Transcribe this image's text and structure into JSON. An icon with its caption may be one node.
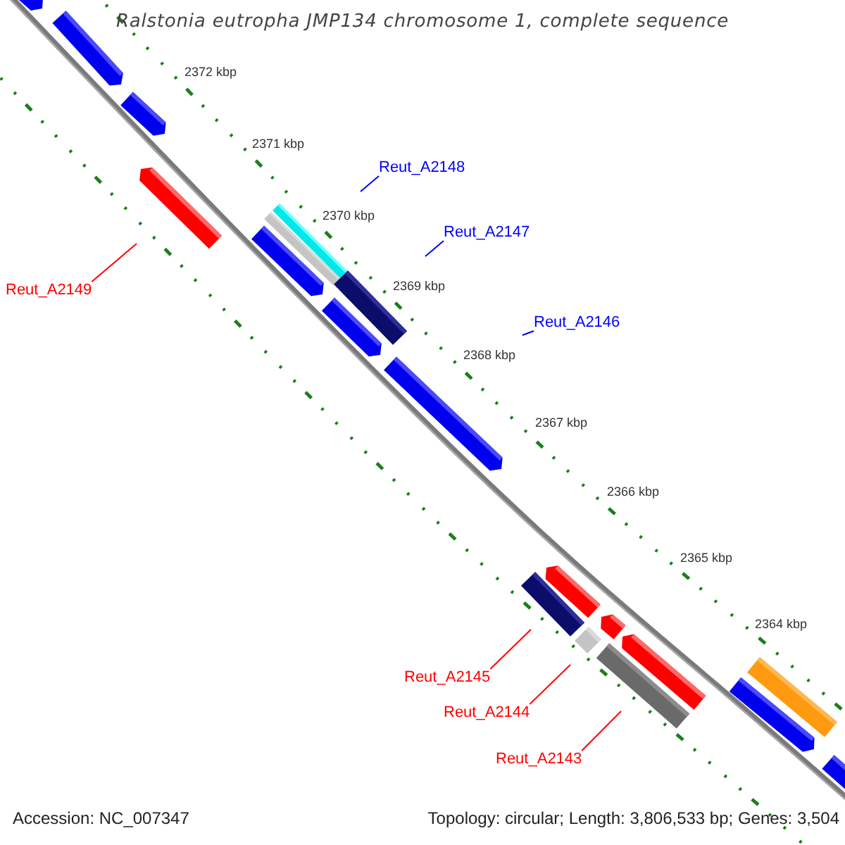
{
  "diagram": {
    "title": "Ralstonia eutropha JMP134 chromosome 1, complete sequence",
    "nodes": [
      {
        "text": [
          "Reut_A2148"
        ]
      },
      {
        "text": [
          "Reut_A2147"
        ]
      },
      {
        "text": [
          "Reut_A2149"
        ]
      },
      {
        "text": [
          "Reut_A2146"
        ]
      },
      {
        "text": [
          "Reut_A2145"
        ]
      },
      {
        "text": [
          "Reut_A2144"
        ]
      },
      {
        "text": [
          "Reut_A2143"
        ]
      }
    ],
    "edges": [
      {
        "from": 0,
        "to": null,
        "arrow": "none",
        "color": "#0000ff"
      },
      {
        "from": 1,
        "to": null,
        "arrow": "none",
        "color": "#0000ff"
      },
      {
        "from": 2,
        "to": null,
        "arrow": "none"
      },
      {
        "from": 3,
        "to": null,
        "arrow": "none",
        "color": "#0000ff"
      },
      {
        "from": 4,
        "to": null,
        "arrow": "none"
      },
      {
        "from": 5,
        "to": null,
        "arrow": "none"
      },
      {
        "from": 6,
        "to": null,
        "arrow": "none"
      }
    ],
    "labels": [
      "2372 kbp",
      "2371 kbp",
      "2370 kbp",
      "2369 kbp",
      "2368 kbp",
      "2367 kbp",
      "2366 kbp",
      "2365 kbp",
      "2364 kbp",
      "Accession: NC_007347",
      "Topology: circular; Length: 3,806,533 bp; Genes: 3,504"
    ]
  }
}
